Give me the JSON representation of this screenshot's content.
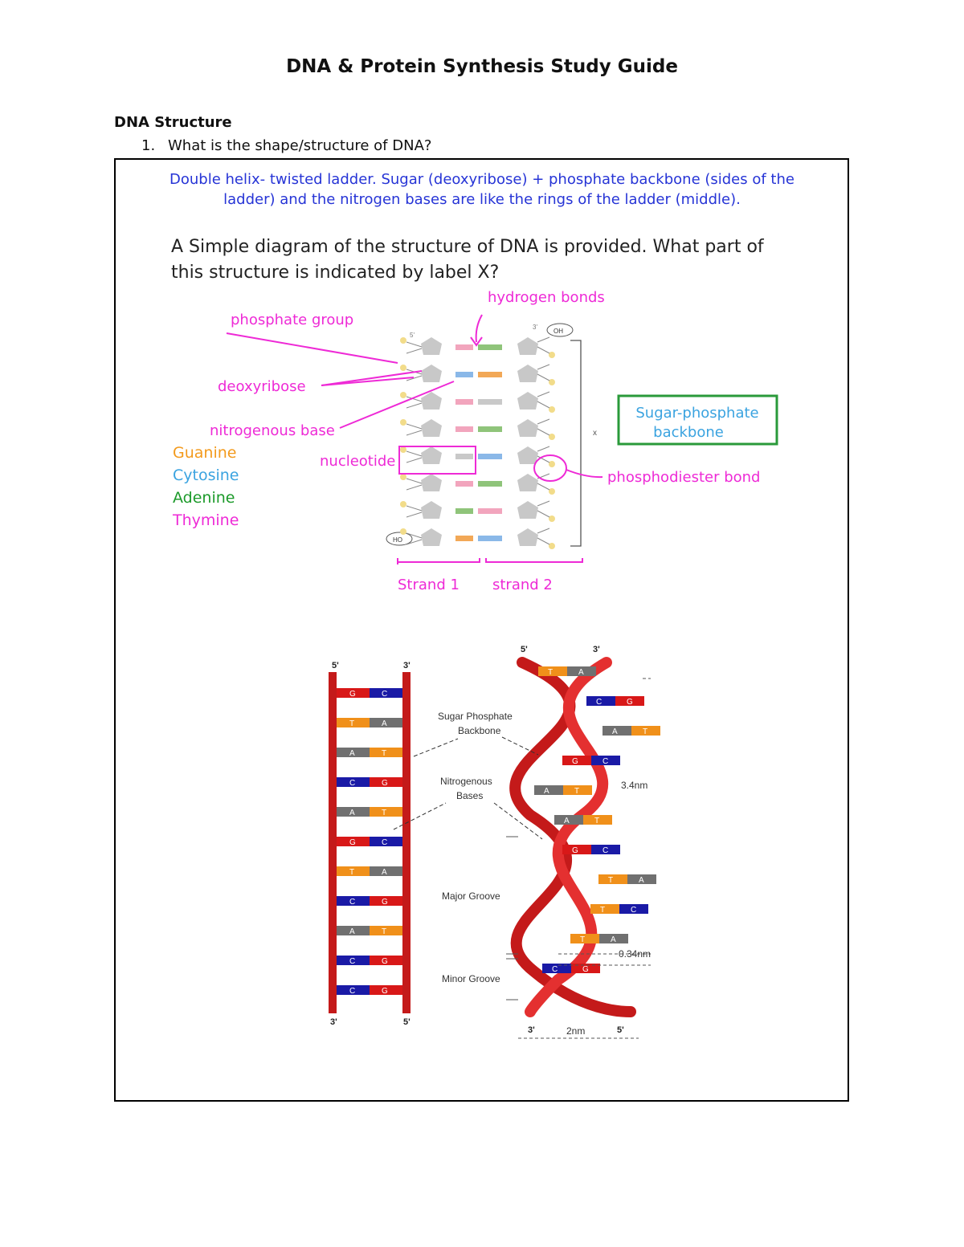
{
  "doc": {
    "title": "DNA & Protein Synthesis Study Guide",
    "section_heading": "DNA Structure",
    "question_number": "1.",
    "question_text": "What is the shape/structure of DNA?",
    "answer_line1": "Double helix- twisted ladder. Sugar (deoxyribose) + phosphate backbone (sides of the",
    "answer_line2": "ladder) and the nitrogen bases are like the rings of the ladder (middle)."
  },
  "diagram_upper": {
    "prompt_line1": "A Simple diagram of the structure of DNA is provided. What part of",
    "prompt_line2": "this structure is indicated by label X?",
    "labels": {
      "hydrogen_bonds": "hydrogen bonds",
      "phosphate_group": "phosphate group",
      "deoxyribose": "deoxyribose",
      "nitrogenous_base": "nitrogenous base",
      "nucleotide": "nucleotide",
      "sugar_phosphate_line1": "Sugar-phosphate",
      "sugar_phosphate_line2": "backbone",
      "phosphodiester_bond": "phosphodiester bond",
      "strand1": "Strand 1",
      "strand2": "strand 2",
      "oh": "OH",
      "ho": "HO",
      "x": "x",
      "five_prime": "5'",
      "three_prime": "3'"
    },
    "legend": [
      {
        "name": "Guanine",
        "color": "#f39a1c"
      },
      {
        "name": "Cytosine",
        "color": "#3aa3e0"
      },
      {
        "name": "Adenine",
        "color": "#1c9a2a"
      },
      {
        "name": "Thymine",
        "color": "#ee2ad6"
      }
    ],
    "annotation_color": "#ee2ad6",
    "box_color": "#2a9a3a"
  },
  "diagram_lower": {
    "ladder": {
      "top_left": "5'",
      "top_right": "3'",
      "bottom_left": "3'",
      "bottom_right": "5'",
      "pairs": [
        [
          "G",
          "C"
        ],
        [
          "T",
          "A"
        ],
        [
          "A",
          "T"
        ],
        [
          "C",
          "G"
        ],
        [
          "A",
          "T"
        ],
        [
          "G",
          "C"
        ],
        [
          "T",
          "A"
        ],
        [
          "C",
          "G"
        ],
        [
          "A",
          "T"
        ],
        [
          "C",
          "G"
        ],
        [
          "C",
          "G"
        ]
      ]
    },
    "helix": {
      "top_left": "5'",
      "top_right": "3'",
      "bottom_left": "3'",
      "bottom_right": "5'",
      "pairs": [
        [
          "T",
          "A"
        ],
        [
          "C",
          "G"
        ],
        [
          "A",
          "T"
        ],
        [
          "G",
          "C"
        ],
        [
          "A",
          "T"
        ],
        [
          "A",
          "T"
        ],
        [
          "G",
          "C"
        ],
        [
          "T",
          "A"
        ],
        [
          "T",
          "C"
        ],
        [
          "T",
          "A"
        ],
        [
          "C",
          "G"
        ]
      ],
      "pitch": "3.4nm",
      "rise": "0.34nm",
      "width": "2nm"
    },
    "labels": {
      "backbone_line1": "Sugar Phosphate",
      "backbone_line2": "Backbone",
      "bases_line1": "Nitrogenous",
      "bases_line2": "Bases",
      "major_groove": "Major Groove",
      "minor_groove": "Minor Groove"
    },
    "colors": {
      "G": "#d81818",
      "C": "#1a1aa6",
      "A": "#707070",
      "T": "#f0901a",
      "rail": "#c41a1a"
    }
  }
}
